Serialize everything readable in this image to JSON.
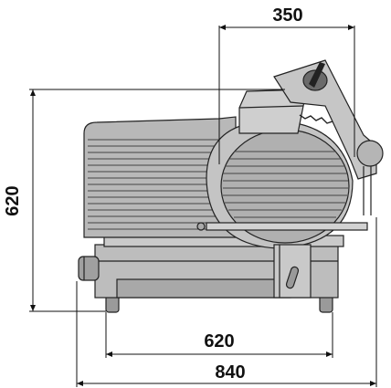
{
  "dimensions": {
    "top_width": "350",
    "height": "620",
    "base_width": "620",
    "overall_width": "840"
  },
  "colors": {
    "body_fill": "#bfbfbf",
    "body_dark": "#8c8c8c",
    "body_light": "#d9d9d9",
    "outline": "#222222",
    "dimension_line": "#111111"
  }
}
